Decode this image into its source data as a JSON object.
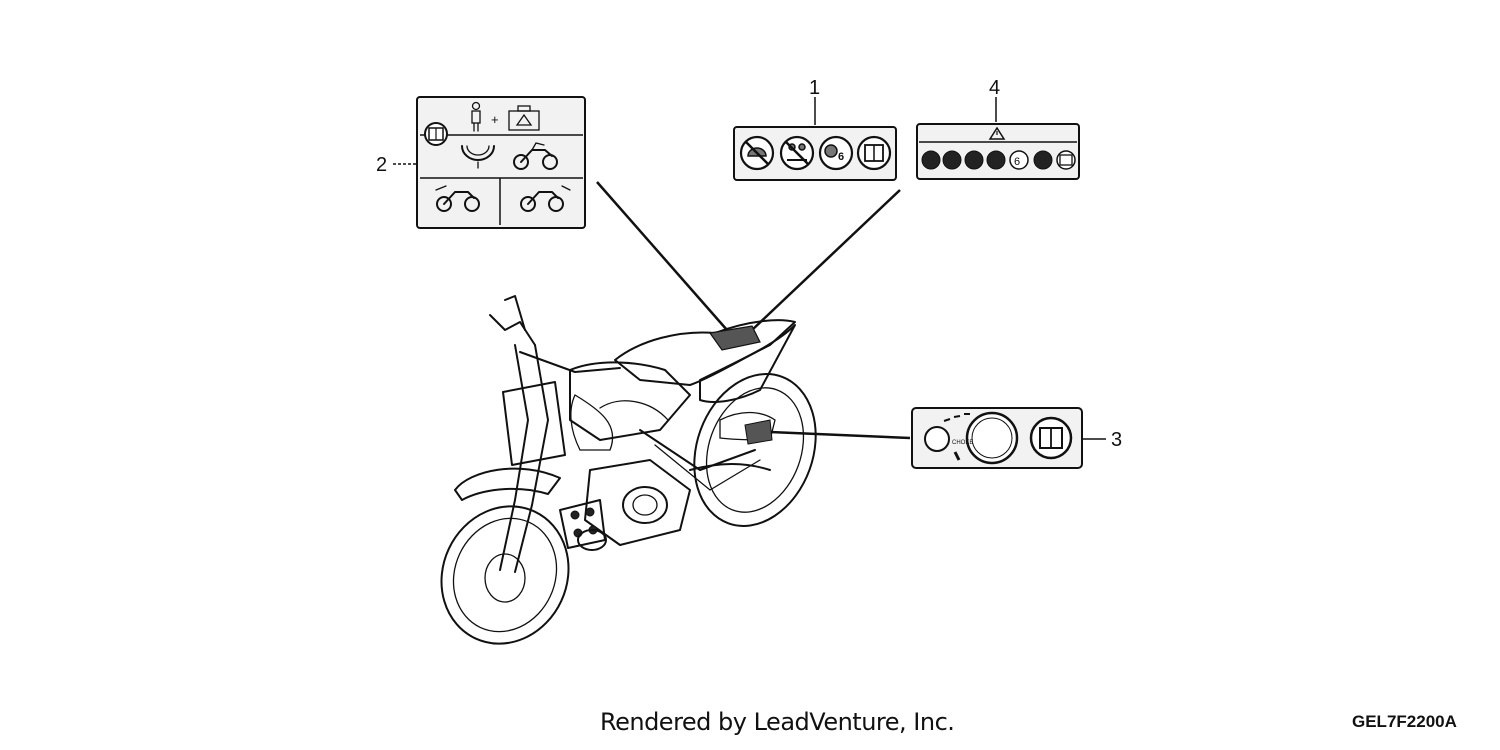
{
  "callouts": {
    "c1": "1",
    "c2": "2",
    "c3": "3",
    "c4": "4"
  },
  "footer": {
    "credit": "Rendered by LeadVenture, Inc.",
    "code": "GEL7F2200A"
  },
  "icons": {
    "label_1": [
      "no-helmet-prohibited-icon",
      "no-passenger-prohibited-icon",
      "age-restriction-icon",
      "owners-manual-icon"
    ],
    "label_4": [
      "warning-triangle-icon",
      "caution-symbols-row"
    ],
    "label_3": [
      "choke-knob-icon",
      "owners-manual-icon"
    ],
    "label_2": [
      "owners-manual-icon",
      "rider-icon",
      "tool-kit-icon",
      "tire-pressure-icon",
      "motorcycle-icon"
    ]
  }
}
